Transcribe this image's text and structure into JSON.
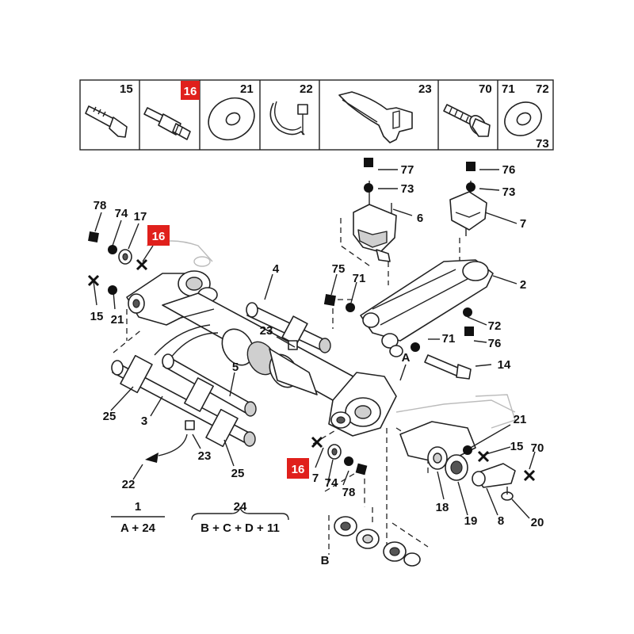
{
  "colors": {
    "ink": "#111111",
    "highlight": "#e0201c",
    "background": "#ffffff"
  },
  "header_cells": [
    {
      "id": "15",
      "labels": [
        "15"
      ],
      "highlight": false,
      "icon": "countersunk-bolt-icon"
    },
    {
      "id": "16",
      "labels": [
        "16"
      ],
      "highlight": true,
      "icon": "threaded-stud-icon"
    },
    {
      "id": "21",
      "labels": [
        "21"
      ],
      "highlight": false,
      "icon": "flat-washer-icon"
    },
    {
      "id": "22",
      "labels": [
        "22"
      ],
      "highlight": false,
      "icon": "clip-band-icon"
    },
    {
      "id": "23",
      "labels": [
        "23"
      ],
      "highlight": false,
      "icon": "bracket-icon"
    },
    {
      "id": "70",
      "labels": [
        "70"
      ],
      "highlight": false,
      "icon": "flange-bolt-icon"
    },
    {
      "id": "71-73",
      "labels": [
        "71",
        "72",
        "73"
      ],
      "highlight": false,
      "icon": "conical-washer-icon"
    }
  ],
  "callouts": [
    "78",
    "74",
    "17",
    "16",
    "15",
    "21",
    "4",
    "23",
    "5",
    "3",
    "25",
    "23",
    "25",
    "22",
    "16",
    "7",
    "74",
    "78",
    "77",
    "73",
    "6",
    "76",
    "73",
    "7",
    "75",
    "71",
    "2",
    "72",
    "71",
    "76",
    "14",
    "A",
    "21",
    "15",
    "70",
    "18",
    "19",
    "8",
    "20",
    "B"
  ],
  "legend": [
    {
      "part": "1",
      "formula": "A + 24"
    },
    {
      "part": "24",
      "formula": "B + C + D + 11"
    }
  ]
}
